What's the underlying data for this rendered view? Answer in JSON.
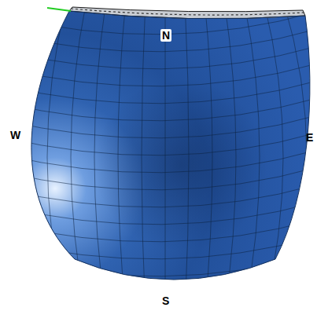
{
  "diagram": {
    "labels": [
      "N",
      "W",
      "E",
      "S"
    ]
  }
}
